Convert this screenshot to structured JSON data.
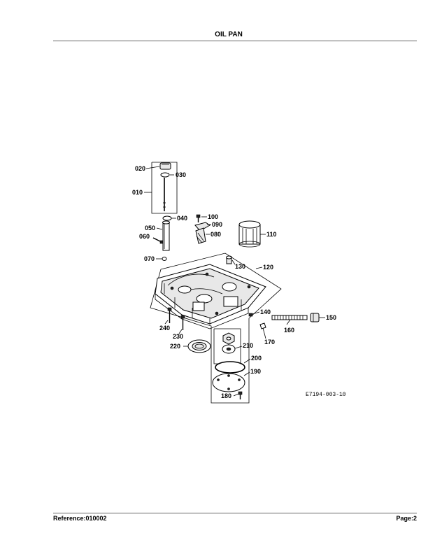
{
  "header": {
    "title": "OIL PAN"
  },
  "footer": {
    "reference": "Reference:010002",
    "page": "Page:2"
  },
  "diagram": {
    "code": "E7194-003-10",
    "callouts": {
      "p010": "010",
      "p020": "020",
      "p030": "030",
      "p040": "040",
      "p050": "050",
      "p060": "060",
      "p070": "070",
      "p080": "080",
      "p090": "090",
      "p100": "100",
      "p110": "110",
      "p120": "120",
      "p130": "130",
      "p140": "140",
      "p150": "150",
      "p160": "160",
      "p170": "170",
      "p180": "180",
      "p190": "190",
      "p200": "200",
      "p210": "210",
      "p220": "220",
      "p230": "230",
      "p240": "240"
    }
  }
}
